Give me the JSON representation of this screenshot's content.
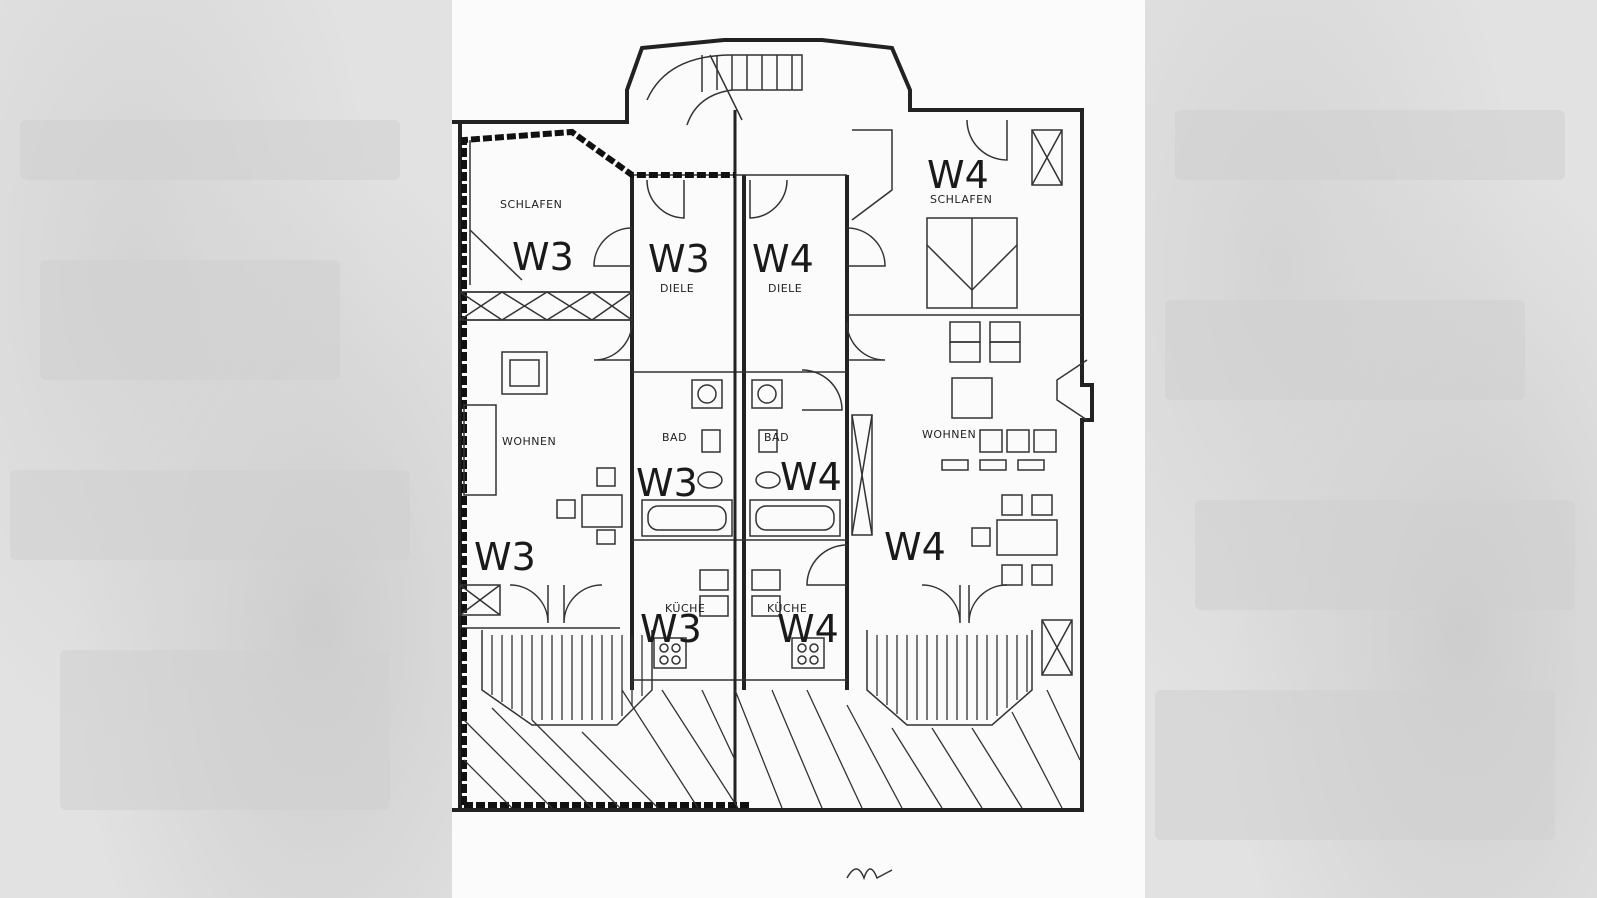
{
  "floorplan": {
    "units": {
      "w3_bedroom": "W3",
      "w3_hall": "W3",
      "w3_bath": "W3",
      "w3_living": "W3",
      "w3_kitchen": "W3",
      "w4_bedroom": "W4",
      "w4_hall": "W4",
      "w4_bath": "W4",
      "w4_living": "W4",
      "w4_kitchen": "W4"
    },
    "rooms": {
      "schlafen_left": "SCHLAFEN",
      "schlafen_right": "SCHLAFEN",
      "diele_left": "DIELE",
      "diele_right": "DIELE",
      "bad_left": "BAD",
      "bad_right": "BAD",
      "wohnen_left": "WOHNEN",
      "wohnen_right": "WOHNEN",
      "kueche_left": "KÜCHE",
      "kueche_right": "KÜCHE"
    }
  },
  "colors": {
    "ink": "#222222",
    "paper": "#fbfbfb",
    "background": "#e6e6e6"
  }
}
